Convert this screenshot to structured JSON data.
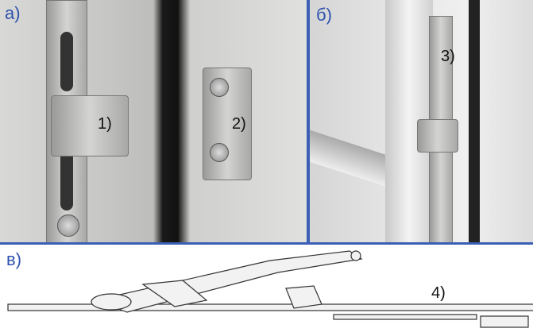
{
  "panels": [
    {
      "label": "а)",
      "callouts": [
        "1)",
        "2)"
      ]
    },
    {
      "label": "б)",
      "callouts": [
        "3)"
      ]
    },
    {
      "label": "в)",
      "callouts": [
        "4)"
      ]
    }
  ],
  "colors": {
    "label": "#2f52b0",
    "separator": "#3b5fb5"
  }
}
